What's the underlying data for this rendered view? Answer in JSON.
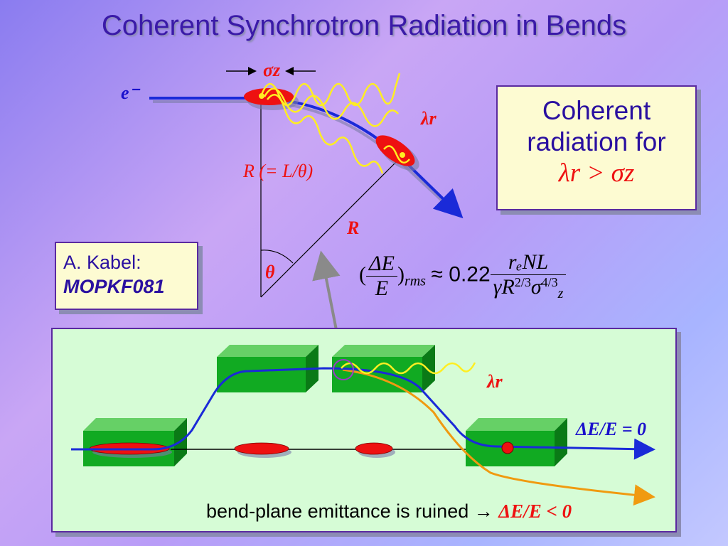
{
  "title": "Coherent Synchrotron Radiation in Bends",
  "coherent_box": {
    "line1": "Coherent",
    "line2": "radiation for",
    "condition": "λr > σz"
  },
  "kabel_box": {
    "author": "A. Kabel:",
    "reference": "MOPKF081"
  },
  "upper_diagram": {
    "electron_label": "e⁻",
    "sigma_label": "σz",
    "lambda_label": "λr",
    "radius_label_1": "R (= L/θ)",
    "radius_label_2": "R",
    "angle_label": "θ"
  },
  "equation": {
    "lhs_open": "(",
    "lhs_num": "ΔE",
    "lhs_den": "E",
    "lhs_close": ")",
    "lhs_sub": "rms",
    "approx": "≈ 0.22",
    "rhs_num": "rₑNL",
    "rhs_den_base": "γR",
    "rhs_den_exp1": "2/3",
    "rhs_den_sigma": "σ",
    "rhs_den_exp2": "4/3",
    "rhs_den_sub": "z"
  },
  "lower_diagram": {
    "lambda_label": "λr",
    "delta_zero": "ΔE/E = 0",
    "bottom_text": "bend-plane emittance is ruined →",
    "bottom_formula": "ΔE/E < 0"
  },
  "colors": {
    "title": "#3a1aa8",
    "beam": "#1a2ad8",
    "bunch": "#ee1111",
    "radiation": "#ffee22",
    "magnet": "#11aa22",
    "deflected": "#f09a10",
    "pointer": "#8a8a8a"
  }
}
